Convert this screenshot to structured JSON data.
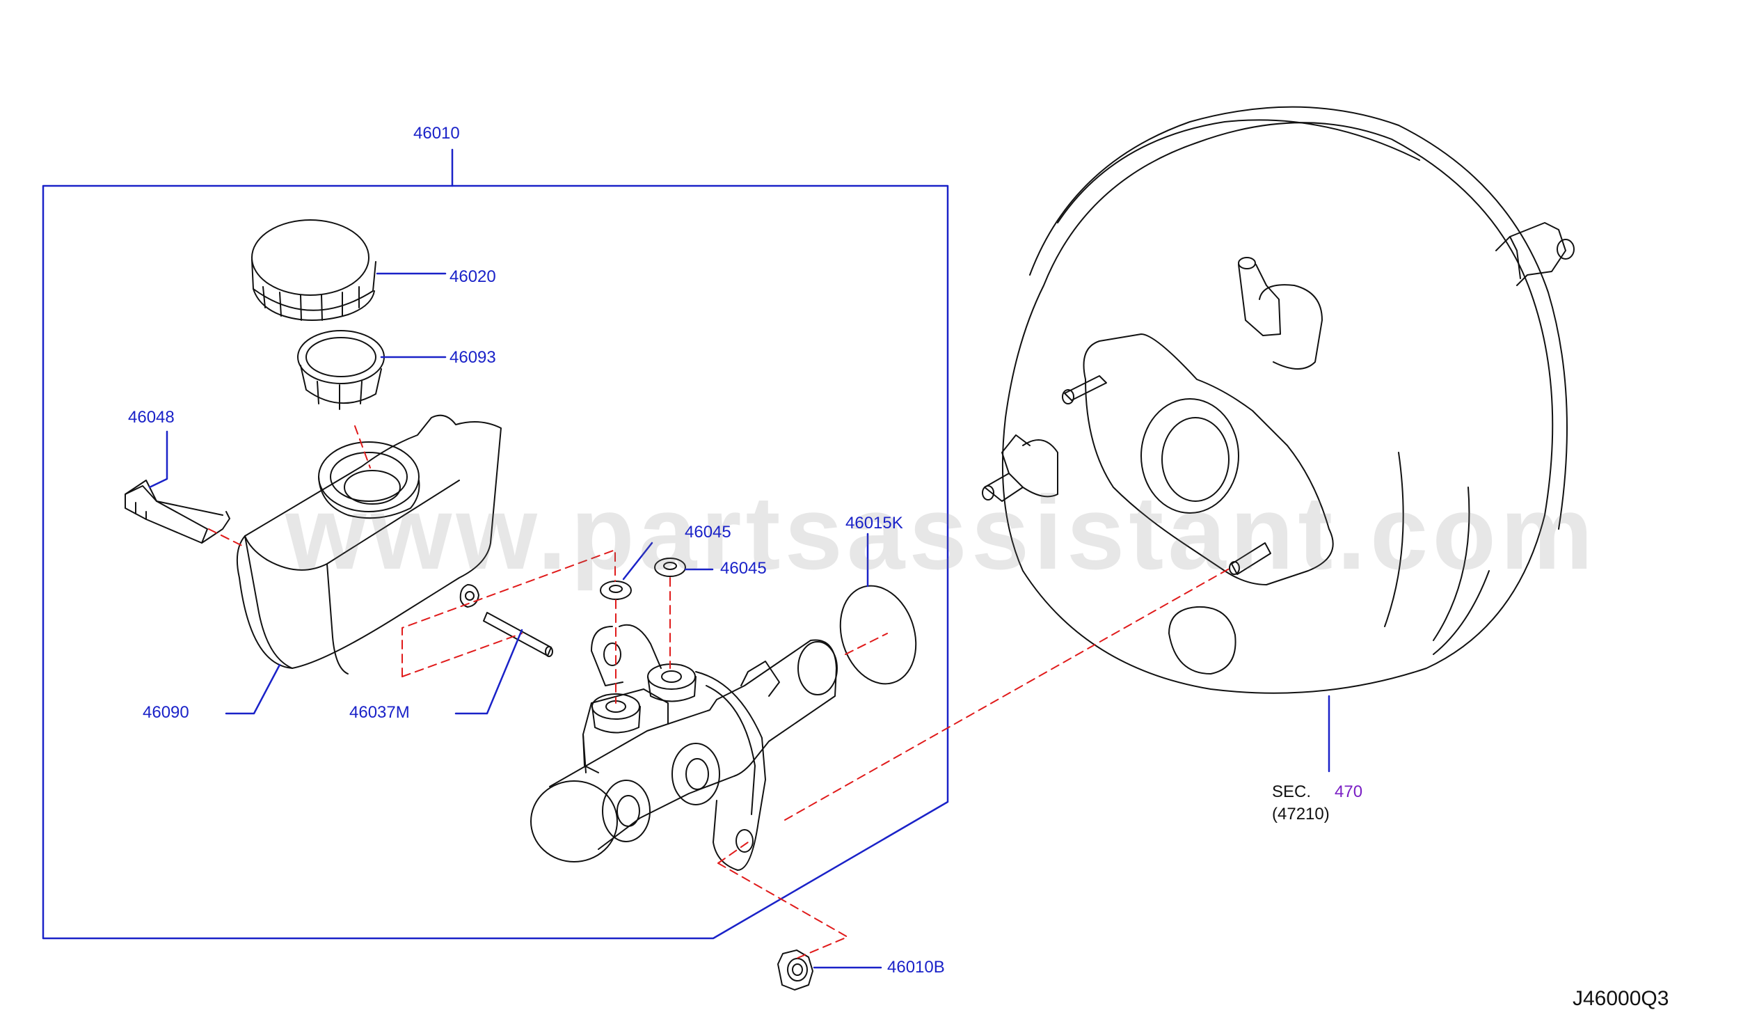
{
  "watermark": "www.partsassistant.com",
  "labels": {
    "assembly": "46010",
    "cap": "46020",
    "strainer": "46093",
    "sensor": "46048",
    "reservoir": "46090",
    "pin": "46037M",
    "seal_a": "46045",
    "seal_b": "46045",
    "oring": "46015K",
    "nut": "46010B"
  },
  "booster": {
    "sec_prefix": "SEC.",
    "sec_number": "470",
    "sec_ref": "(47210)"
  },
  "doc_id": "J46000Q3",
  "colors": {
    "leader": "#1a22c8",
    "part_line": "#111111",
    "dashed": "#e01a1a",
    "sec_number": "#7a1fc4"
  }
}
